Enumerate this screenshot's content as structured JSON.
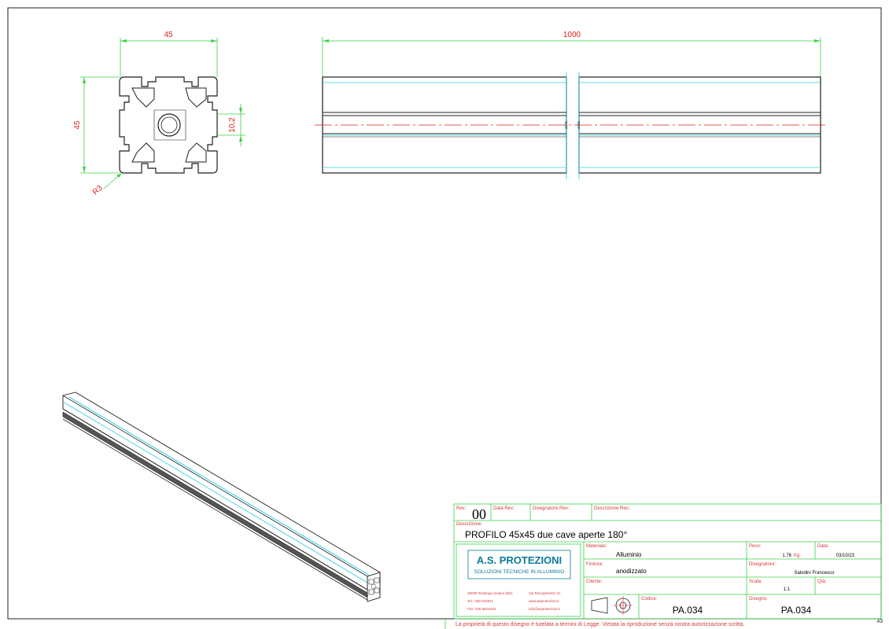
{
  "dimensions": {
    "profile_width": "45",
    "profile_height": "45",
    "slot_width": "10,2",
    "radius": "R3",
    "bar_length": "1000"
  },
  "title_block": {
    "rev_label": "Rev.:",
    "rev_value": "00",
    "data_rev_label": "Data Rev.:",
    "designer_rev_label": "Disegnatore Rev.:",
    "descr_rev_label": "Descrizione Rev.:",
    "descrizione_label": "Descrizione:",
    "descrizione_value": "PROFILO 45x45 due cave aperte 180°",
    "materiale_label": "Materiale:",
    "materiale_value": "Alluminio",
    "finitura_label": "Finitura:",
    "finitura_value": "anodizzato",
    "cliente_label": "Cliente:",
    "peso_label": "Peso:",
    "peso_value": "1.76",
    "peso_unit": "Kg.",
    "data_label": "Data:",
    "data_value": "03/10/23",
    "disegnatore_label": "Disegnatore:",
    "disegnatore_value": "Salodini Francesco",
    "scala_label": "Scala:",
    "scala_value": "1:1",
    "qta_label": "Qtà:",
    "codice_label": "Codice:",
    "codice_value": "PA.034",
    "disegno_label": "Disegno:",
    "disegno_value": "PA.034"
  },
  "logo": {
    "title": "A.S. PROTEZIONI",
    "subtitle": "SOLUZIONI TECNICHE IN ALLUMINIO",
    "address_left": "25030 Rodengo Saiano (BS)",
    "address_right": "Via Risorgimento 31",
    "tel_left": "Tel.: 030 610011",
    "tel_right": "www.asprotezioni.it",
    "fax_left": "Fax: 030 6811818",
    "fax_right": "info@asprotezioni.it"
  },
  "footer_text": "La proprietà di questo disegno è tutelata a termini di Legge. Vietata la riproduzione senza nostra autorizzazione scritta.",
  "sheet_size": "A3",
  "colors": {
    "frame": "#1f1f1f",
    "title_block": "#3cd04a",
    "dimension": "#e0201a",
    "cyan": "#2bd1e0",
    "centerline": "#e0201a"
  }
}
